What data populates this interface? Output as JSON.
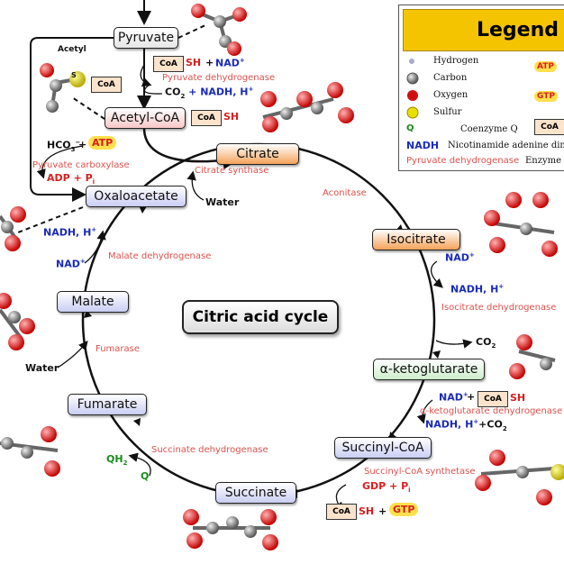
{
  "title": "Citric acid cycle",
  "nodes": {
    "pyruvate": "Pyruvate",
    "acetyl_coa": "Acetyl-CoA",
    "citrate": "Citrate",
    "isocitrate": "Isocitrate",
    "akg": "α-ketoglutarate",
    "succinyl_coa": "Succinyl-CoA",
    "succinate": "Succinate",
    "fumarate": "Fumarate",
    "malate": "Malate",
    "oxaloacetate": "Oxaloacetate"
  },
  "enzymes": {
    "pdh": "Pyruvate dehydrogenase",
    "pc": "Pyruvate carboxylase",
    "cs": "Citrate synthase",
    "aco": "Aconitase",
    "idh": "Isocitrate dehydrogenase",
    "akgdh": "α-ketoglutarate dehydrogenase",
    "scs": "Succinyl-CoA synthetase",
    "sdh": "Succinate dehydrogenase",
    "fum": "Fumarase",
    "mdh": "Malate dehydrogenase"
  },
  "labels": {
    "acetyl": "Acetyl",
    "coa": "CoA",
    "sh": "SH",
    "plus": "+",
    "nad": "NAD",
    "nad_sup": "+",
    "nadh": "NADH, H",
    "nadh_sup": "+",
    "co2_nadh": "CO",
    "co2_sub": "2",
    "co2_nadh_tail": " + NADH, H",
    "co2": "CO",
    "hco3": "HCO",
    "hco3_sub": "3",
    "hco3_sup": "−",
    "atp": "ATP",
    "adp_pi": "ADP + P",
    "pi_sub": "i",
    "gdp_pi": "GDP + P",
    "gtp": "GTP",
    "water": "Water",
    "qh2": "QH",
    "qh2_sub": "2",
    "q": "Q",
    "s": "S"
  },
  "legend": {
    "heading": "Legend",
    "hydrogen": "Hydrogen",
    "carbon": "Carbon",
    "oxygen": "Oxygen",
    "sulfur": "Sulfur",
    "q_symbol": "Q",
    "coenzyme_q": "Coenzyme Q",
    "nadh_symbol": "NADH",
    "nadh_desc": "Nicotinamide adenine dinucle",
    "enzyme_example": "Pyruvate dehydrogenase",
    "enzyme_word": "Enzyme",
    "atp": "ATP",
    "gtp": "GTP",
    "coa": "CoA"
  },
  "colors": {
    "enzyme_text": "#d9534f",
    "cofactor_blue": "#1a2bb8",
    "energy_red": "#d62020",
    "quinone_green": "#1a8a1a",
    "citrate_fill": "#f4a259",
    "acetylcoa_fill": "#f7c7c7",
    "succinylcoa_fill": "#c9cdf3",
    "akg_fill": "#cdeecb",
    "isocitrate_fill": "#f4a259",
    "legend_header": "#f5c400"
  }
}
